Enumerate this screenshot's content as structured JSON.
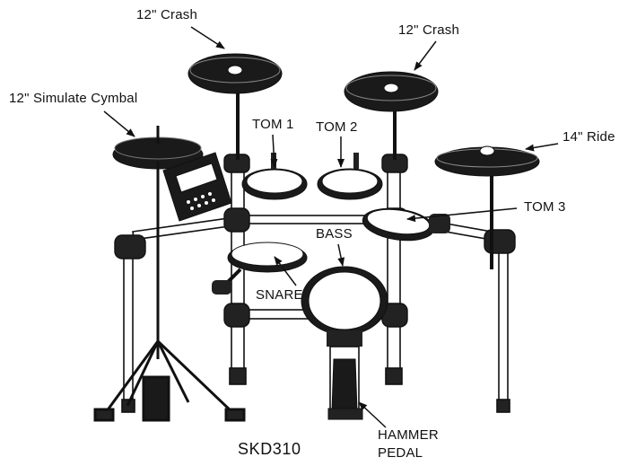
{
  "diagram": {
    "model": "SKD310",
    "labels": {
      "crash_left": "12\" Crash",
      "crash_right": "12\" Crash",
      "simulate_cymbal": "12\" Simulate Cymbal",
      "tom1": "TOM 1",
      "tom2": "TOM 2",
      "ride": "14\" Ride",
      "tom3": "TOM 3",
      "bass": "BASS",
      "snare": "SNARE",
      "hammer_line1": "HAMMER",
      "hammer_line2": "PEDAL"
    },
    "colors": {
      "ink": "#111111",
      "paper": "#ffffff"
    }
  }
}
